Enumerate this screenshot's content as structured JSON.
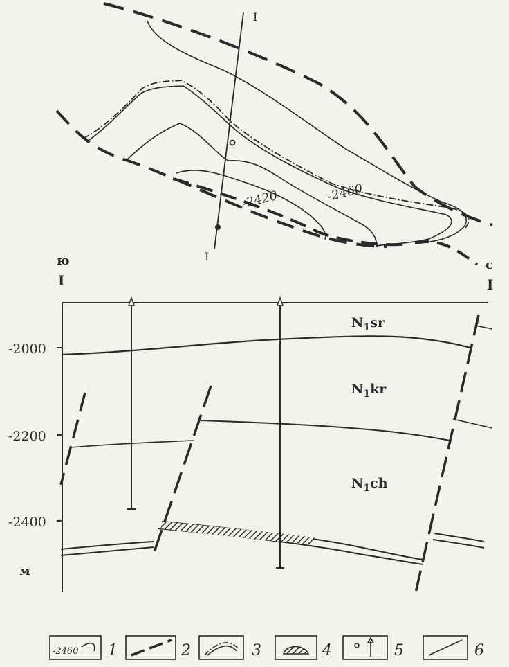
{
  "map": {
    "section_line_label_top": "I",
    "section_line_label_bottom": "I",
    "contour_2420": "-2420",
    "contour_2460": "-2460"
  },
  "section": {
    "left_dir": "ю",
    "left_num": "I",
    "right_dir": "с",
    "right_num": "I",
    "y_labels": [
      "-2000",
      "-2200",
      "-2400"
    ],
    "units": "м",
    "formations": [
      {
        "base": "N",
        "sub": "1",
        "suffix": "sr"
      },
      {
        "base": "N",
        "sub": "1",
        "suffix": "kr"
      },
      {
        "base": "N",
        "sub": "1",
        "suffix": "ch"
      }
    ]
  },
  "legend": {
    "contour_sample": "-2460",
    "items": [
      "1",
      "2",
      "3",
      "4",
      "5",
      "6"
    ]
  }
}
